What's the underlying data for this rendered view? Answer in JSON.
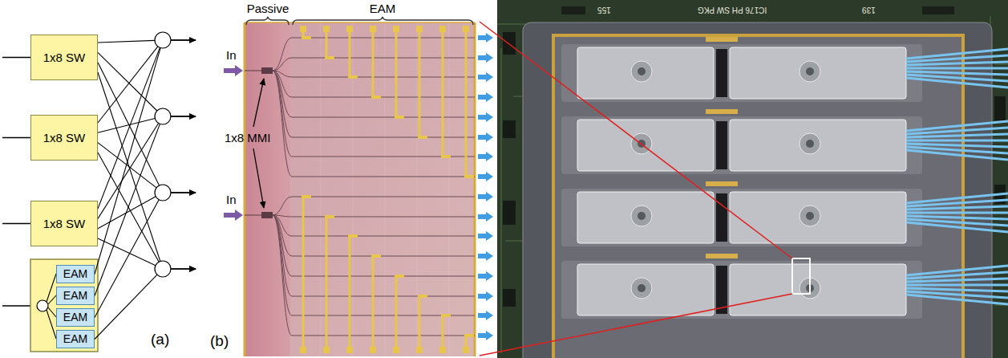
{
  "diagram": {
    "nodes": [
      {
        "text": [
          "1x8 SW"
        ]
      },
      {
        "text": [
          "1x8 SW"
        ]
      },
      {
        "text": [
          "1x8 SW"
        ]
      },
      {
        "text": [
          "EAM"
        ]
      },
      {
        "text": [
          "EAM"
        ]
      },
      {
        "text": [
          "EAM"
        ]
      },
      {
        "text": [
          "EAM"
        ]
      }
    ],
    "labels": [
      "(a)",
      "Passive",
      "EAM",
      "In",
      "In",
      "1x8 MMI",
      "(b)",
      "155",
      "IC176 PH SW PKG",
      "139"
    ]
  }
}
